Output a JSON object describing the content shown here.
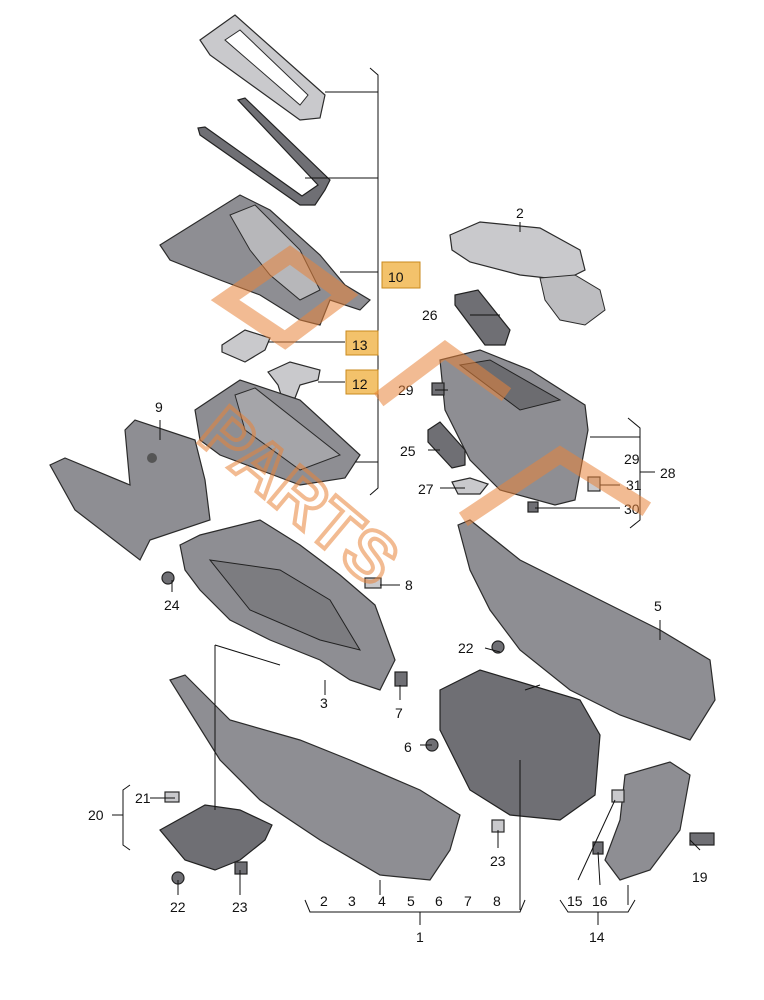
{
  "labels": {
    "n1": "1",
    "n2": "2",
    "n3": "3",
    "n4": "4",
    "n5": "5",
    "n6": "6",
    "n7": "7",
    "n8": "8",
    "n9": "9",
    "n10": "10",
    "n12": "12",
    "n13": "13",
    "n14": "14",
    "n15": "15",
    "n16": "16",
    "n19": "19",
    "n20": "20",
    "n21": "21",
    "n22": "22",
    "n23": "23",
    "n24": "24",
    "n25": "25",
    "n26": "26",
    "n27": "27",
    "n28": "28",
    "n29": "29",
    "n30": "30",
    "n31": "31",
    "bottom_row": [
      "2",
      "3",
      "4",
      "5",
      "6",
      "7",
      "8"
    ],
    "group14": [
      "15",
      "16"
    ]
  },
  "watermark": {
    "text": "PARTS",
    "color": "#e8843a"
  },
  "highlight_color": "#f3c26b"
}
